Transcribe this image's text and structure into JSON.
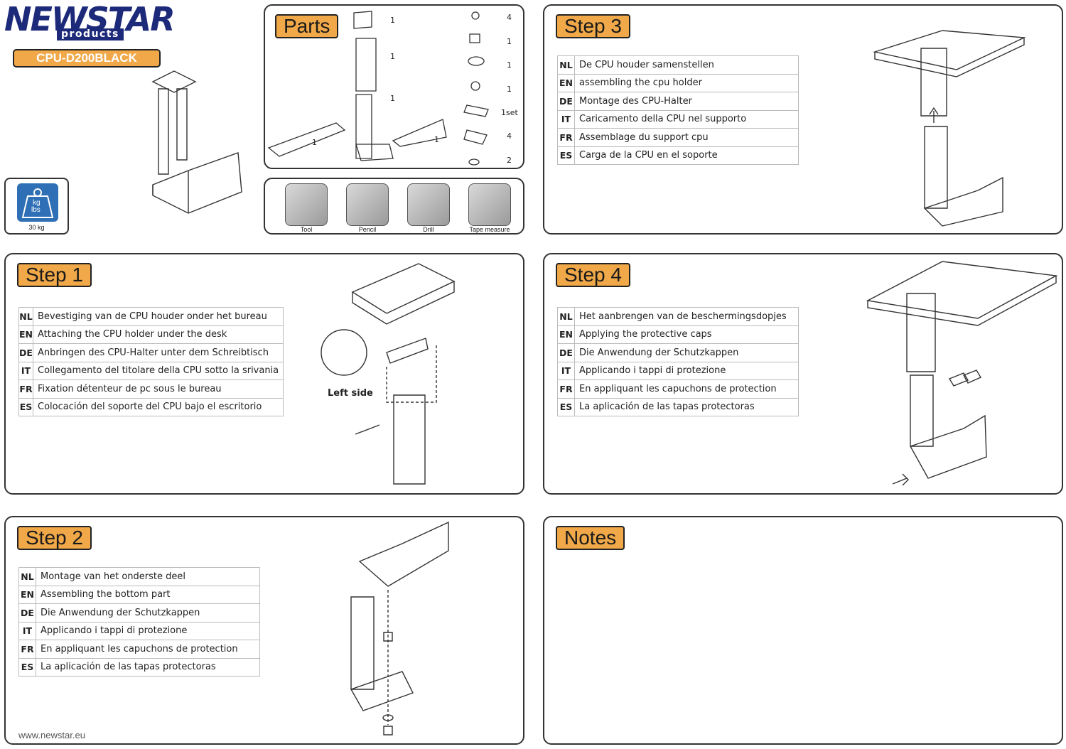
{
  "header": {
    "brand": "NEWSTAR",
    "brand_sub": "products",
    "model": "CPU-D200BLACK",
    "weight_units": [
      "kg",
      "lbs"
    ],
    "weight_caption": "30 kg"
  },
  "parts": {
    "title": "Parts",
    "quantities": [
      "4",
      "1",
      "1",
      "1",
      "1set",
      "4",
      "2",
      "1",
      "1",
      "1",
      "1",
      "1"
    ],
    "tools": [
      {
        "label": "Tool",
        "icon": "screwdriver-icon"
      },
      {
        "label": "Pencil",
        "icon": "pencil-icon"
      },
      {
        "label": "Drill",
        "icon": "drill-icon"
      },
      {
        "label": "Tape measure",
        "icon": "tape-measure-icon"
      }
    ]
  },
  "step1": {
    "title": "Step 1",
    "note": "Left side",
    "rows": [
      {
        "code": "NL",
        "text": "Bevestiging van de CPU houder  onder het bureau"
      },
      {
        "code": "EN",
        "text": "Attaching the CPU holder under the desk"
      },
      {
        "code": "DE",
        "text": "Anbringen des CPU-Halter unter dem Schreibtisch"
      },
      {
        "code": "IT",
        "text": "Collegamento del titolare della CPU sotto la srivania"
      },
      {
        "code": "FR",
        "text": "Fixation détenteur de pc  sous le bureau"
      },
      {
        "code": "ES",
        "text": "Colocación del soporte del CPU bajo el escritorio"
      }
    ]
  },
  "step2": {
    "title": "Step 2",
    "rows": [
      {
        "code": "NL",
        "text": "Montage van het onderste deel"
      },
      {
        "code": "EN",
        "text": "Assembling the bottom part"
      },
      {
        "code": "DE",
        "text": "Die Anwendung der Schutzkappen"
      },
      {
        "code": "IT",
        "text": "Applicando i tappi di protezione"
      },
      {
        "code": "FR",
        "text": "En appliquant les capuchons de protection"
      },
      {
        "code": "ES",
        "text": "La aplicación de las tapas protectoras"
      }
    ]
  },
  "step3": {
    "title": "Step 3",
    "rows": [
      {
        "code": "NL",
        "text": "De  CPU houder samenstellen"
      },
      {
        "code": "EN",
        "text": "assembling the cpu holder"
      },
      {
        "code": "DE",
        "text": "Montage des CPU-Halter"
      },
      {
        "code": "IT",
        "text": "Caricamento della CPU nel supporto"
      },
      {
        "code": "FR",
        "text": "Assemblage du support cpu"
      },
      {
        "code": "ES",
        "text": "Carga de la CPU en el soporte"
      }
    ]
  },
  "step4": {
    "title": "Step 4",
    "rows": [
      {
        "code": "NL",
        "text": "Het aanbrengen van de beschermingsdopjes"
      },
      {
        "code": "EN",
        "text": "Applying the protective caps"
      },
      {
        "code": "DE",
        "text": "Die Anwendung der Schutzkappen"
      },
      {
        "code": "IT",
        "text": "Applicando i tappi di protezione"
      },
      {
        "code": "FR",
        "text": "En appliquant les capuchons de protection"
      },
      {
        "code": "ES",
        "text": "La aplicación de las tapas protectoras"
      }
    ]
  },
  "notes": {
    "title": "Notes"
  },
  "footer": {
    "website": "www.newstar.eu"
  }
}
